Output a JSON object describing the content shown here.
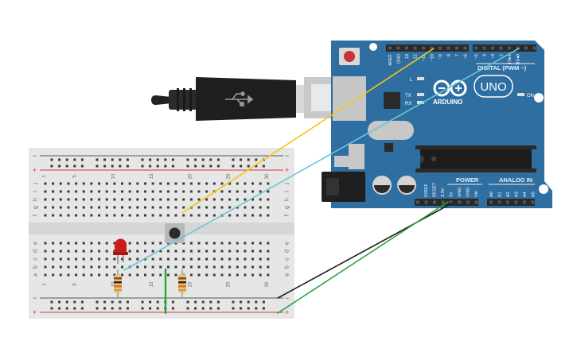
{
  "board": {
    "brand": "ARDUINO",
    "model": "UNO",
    "digital_label": "DIGITAL (PWM ~)",
    "power_label": "POWER",
    "analog_label": "ANALOG IN",
    "on_label": "ON",
    "l_label": "L",
    "tx_label": "TX",
    "rx_label": "RX",
    "digital_pins": [
      "AREF",
      "GND",
      "13",
      "12",
      "~11",
      "~10",
      "~9",
      "8",
      "7",
      "~6",
      "~5",
      "4",
      "~3",
      "2",
      "TX▸1",
      "RX◂0"
    ],
    "power_pins": [
      "IOREF",
      "RESET",
      "3.3V",
      "5V",
      "GND",
      "GND",
      "Vin"
    ],
    "analog_pins": [
      "A0",
      "A1",
      "A2",
      "A3",
      "A4",
      "A5"
    ]
  },
  "breadboard": {
    "row_letters_top": [
      "j",
      "i",
      "h",
      "g",
      "f"
    ],
    "row_letters_bottom": [
      "e",
      "d",
      "c",
      "b",
      "a"
    ],
    "column_numbers": [
      "1",
      "5",
      "10",
      "15",
      "20",
      "25",
      "30"
    ],
    "rail_plus": "+",
    "rail_minus": "−"
  },
  "colors": {
    "board": "#2f6ea1",
    "wire_yellow": "#f2c811",
    "wire_cyan": "#68c7d6",
    "wire_green": "#27a539",
    "wire_black": "#222222",
    "led": "#cc1b1b",
    "rail_red": "#d33b3b"
  }
}
